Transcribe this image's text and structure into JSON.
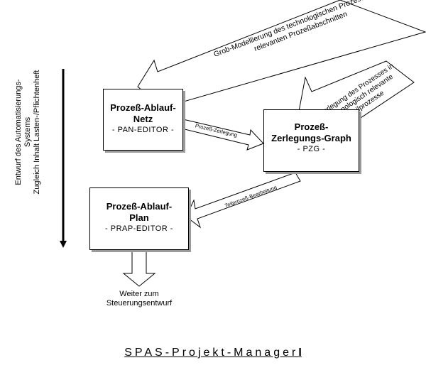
{
  "boxes": {
    "pan": {
      "title_1": "Prozeß-Ablauf-",
      "title_2": "Netz",
      "sub": "- PAN-EDITOR -"
    },
    "pzg": {
      "title_1": "Prozeß-",
      "title_2": "Zerlegungs-Graph",
      "sub": "- PZG -"
    },
    "prap": {
      "title_1": "Prozeß-Ablauf-",
      "title_2": "Plan",
      "sub": "- PRAP-EDITOR -"
    }
  },
  "arrows": {
    "grob_line1": "Grob-Modellierung des technologischen Prozesses in",
    "grob_line2": "relevanten Prozeßabschnitten",
    "zerl_line1": "Zerlegung des Prozesses in",
    "zerl_line2": "technologisch relevante",
    "zerl_line3": "Teilprozesse",
    "pan_to_pzg": "Prozeß-Zerlegung",
    "pzg_to_prap": "Teilprozeß-Bearbeitung"
  },
  "vertical": {
    "line1": "Entwurf des Automatisierungs-",
    "line2": "Systems",
    "line3": "Zugleich Inhalt Lasten-/Pflichtenheft"
  },
  "output": {
    "line1": "Weiter zum",
    "line2": "Steuerungsentwurf"
  },
  "footer": {
    "text": "SPAS-Projekt-Manager",
    "suffix": "I"
  }
}
